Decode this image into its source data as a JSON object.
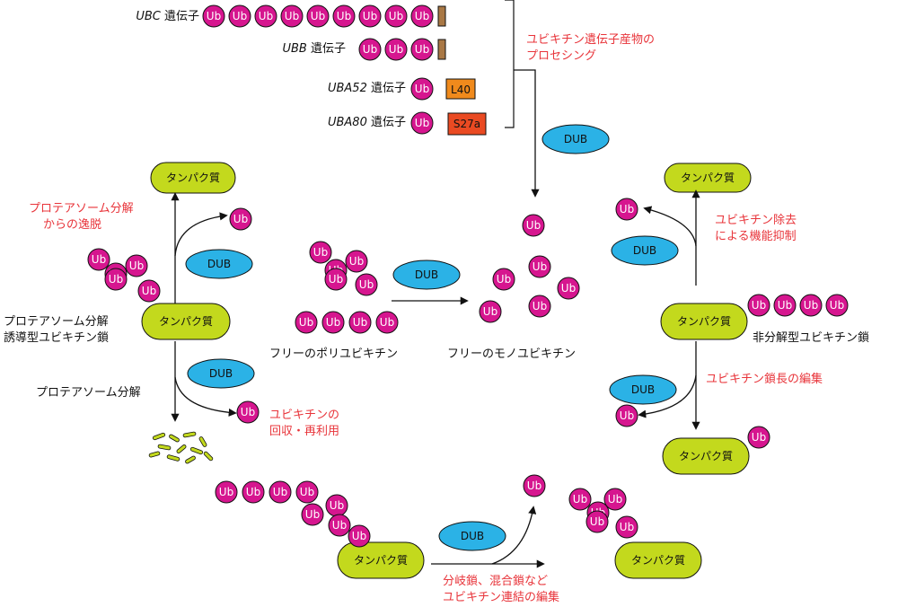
{
  "colors": {
    "ubiquitin": "#d6168f",
    "protein": "#c3d91d",
    "dub": "#2bb2e6",
    "label_red": "#e8343a",
    "l40": "#f08a1c",
    "s27a": "#ea4a22",
    "gene_end": "#a97845"
  },
  "ub": "Ub",
  "protein": "タンパク質",
  "dub": "DUB",
  "genes": {
    "ubc": {
      "name": "UBC",
      "suffix": " 遺伝子"
    },
    "ubb": {
      "name": "UBB",
      "suffix": " 遺伝子"
    },
    "uba52": {
      "name": "UBA52",
      "suffix": " 遺伝子",
      "tag": "L40"
    },
    "uba80": {
      "name": "UBA80",
      "suffix": " 遺伝子",
      "tag": "S27a"
    }
  },
  "labels": {
    "processing_1": "ユビキチン遺伝子産物の",
    "processing_2": "プロセシング",
    "escape_1": "プロテアソーム分解",
    "escape_2": "からの逸脱",
    "inducing_1": "プロテアソーム分解",
    "inducing_2": "誘導型ユビキチン鎖",
    "degradation": "プロテアソーム分解",
    "recycle_1": "ユビキチンの",
    "recycle_2": "回収・再利用",
    "free_poly": "フリーのポリユビキチン",
    "free_mono": "フリーのモノユビキチン",
    "removal_1": "ユビキチン除去",
    "removal_2": "による機能抑制",
    "non_deg": "非分解型ユビキチン鎖",
    "chain_edit": "ユビキチン鎖長の編集",
    "branched_1": "分岐鎖、混合鎖など",
    "branched_2": "ユビキチン連結の編集"
  }
}
